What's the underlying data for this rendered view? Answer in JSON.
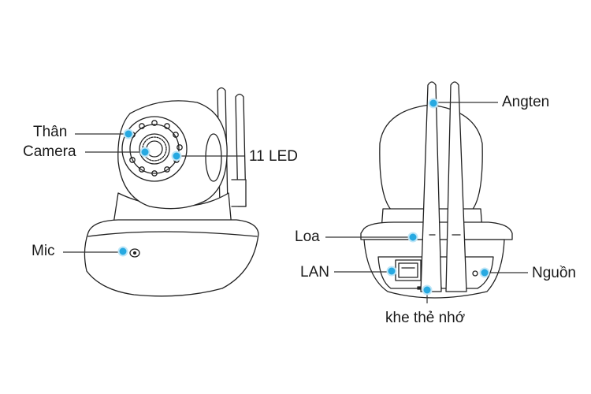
{
  "labels": {
    "than": "Thân",
    "camera": "Camera",
    "led": "11 LED",
    "mic": "Mic",
    "angten": "Angten",
    "loa": "Loa",
    "lan": "LAN",
    "nguon": "Nguồn",
    "khe_the_nho": "khe thẻ nhớ"
  },
  "colors": {
    "marker": "#27a9e1",
    "outline": "#222222",
    "leader": "#333333"
  }
}
